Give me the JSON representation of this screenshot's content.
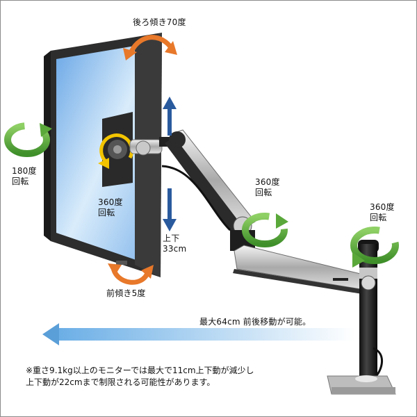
{
  "labels": {
    "back_tilt": "後ろ傾き70度",
    "rotation_180": "180度\n回転",
    "rotation_360_monitor": "360度\n回転",
    "up_down": "上下\n33cm",
    "front_tilt": "前傾き5度",
    "rotation_360_elbow": "360度\n回転",
    "rotation_360_pole": "360度\n回転",
    "reach": "最大64cm 前後移動が可能。"
  },
  "note": "※重さ9.1kg以上のモニターでは最大で11cm上下動が減少し\n上下動が22cmまで制限される可能性があります。",
  "colors": {
    "orange_arrow": "#e8782a",
    "green_arrow": "#5aa83a",
    "blue_arrow": "#2a5a9e",
    "yellow_arrow": "#f2c400",
    "reach_arrow": "#5b9fd8"
  }
}
